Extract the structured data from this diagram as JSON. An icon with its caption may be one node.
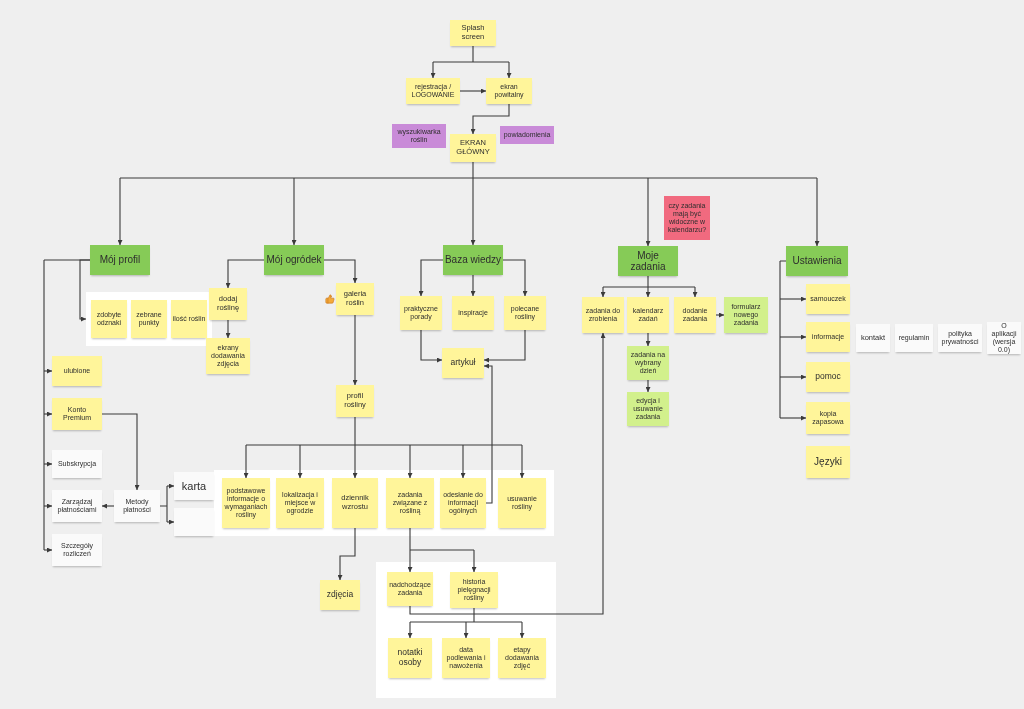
{
  "diagram": {
    "nodes": [
      {
        "text": [
          "Splash screen"
        ]
      },
      {
        "text": [
          "rejestracja / LOGOWANIE"
        ]
      },
      {
        "text": [
          "ekran powitalny"
        ]
      },
      {
        "text": [
          "wyszukiwarka roślin"
        ]
      },
      {
        "text": [
          "EKRAN GŁÓWNY"
        ]
      },
      {
        "text": [
          "powiadomienia"
        ]
      },
      {
        "text": [
          "Mój profil"
        ]
      },
      {
        "text": [
          "Mój ogródek"
        ]
      },
      {
        "text": [
          "Baza wiedzy"
        ]
      },
      {
        "text": [
          "Moje zadania"
        ]
      },
      {
        "text": [
          "Ustawienia"
        ]
      },
      {
        "text": [],
        "shape": "box"
      },
      {
        "text": [
          "zdobyte odznaki"
        ],
        "in": 11
      },
      {
        "text": [
          "zebrane punkty"
        ],
        "in": 11
      },
      {
        "text": [
          "ilość roślin"
        ],
        "in": 11
      },
      {
        "text": [
          "ulubione"
        ]
      },
      {
        "text": [
          "Konto Premium"
        ]
      },
      {
        "text": [
          "Subskrypcja"
        ]
      },
      {
        "text": [
          "Zarządzaj płatnościami"
        ]
      },
      {
        "text": [
          "Metody płatności"
        ]
      },
      {
        "text": [
          "karta"
        ]
      },
      {
        "text": [],
        "shape": "box"
      },
      {
        "text": [
          "Szczegóły rozliczeń"
        ]
      },
      {
        "text": [
          "dodaj roślinę"
        ]
      },
      {
        "text": [
          "ekrany dodawania zdjęcia"
        ]
      },
      {
        "text": [
          "galeria roślin"
        ]
      },
      {
        "text": [
          "profil rośliny"
        ]
      },
      {
        "text": [],
        "shape": "box"
      },
      {
        "text": [
          "podstawowe informacje o wymaganiach rośliny"
        ],
        "in": 27
      },
      {
        "text": [
          "lokalizacja i miejsce w ogrodzie"
        ],
        "in": 27
      },
      {
        "text": [
          "dziennik wzrostu"
        ],
        "in": 27
      },
      {
        "text": [
          "zadania związane z rośliną"
        ],
        "in": 27
      },
      {
        "text": [
          "odesłanie do informacji ogólnych"
        ],
        "in": 27
      },
      {
        "text": [
          "usuwanie rośliny"
        ],
        "in": 27
      },
      {
        "text": [
          "zdjęcia"
        ]
      },
      {
        "text": [],
        "shape": "box"
      },
      {
        "text": [
          "nadchodzące zadania"
        ],
        "in": 35
      },
      {
        "text": [
          "historia pielęgnacji rośliny"
        ],
        "in": 35
      },
      {
        "text": [
          "notatki osoby"
        ],
        "in": 35
      },
      {
        "text": [
          "data podlewania i nawożenia"
        ],
        "in": 35
      },
      {
        "text": [
          "etapy dodawania zdjęć"
        ],
        "in": 35
      },
      {
        "text": [
          "praktyczne porady"
        ]
      },
      {
        "text": [
          "inspiracje"
        ]
      },
      {
        "text": [
          "polecane rośliny"
        ]
      },
      {
        "text": [
          "artykuł"
        ]
      },
      {
        "text": [
          "czy zadania mają być widoczne w kalendarzu?"
        ]
      },
      {
        "text": [
          "zadania do zrobienia"
        ]
      },
      {
        "text": [
          "kalendarz zadań"
        ]
      },
      {
        "text": [
          "dodanie zadania"
        ]
      },
      {
        "text": [
          "formularz nowego zadania"
        ]
      },
      {
        "text": [
          "zadania na wybrany dzień"
        ]
      },
      {
        "text": [
          "edycja i usuwanie zadania"
        ]
      },
      {
        "text": [
          "samouczek"
        ]
      },
      {
        "text": [
          "informacje"
        ]
      },
      {
        "text": [
          "kontakt"
        ]
      },
      {
        "text": [
          "regulamin"
        ]
      },
      {
        "text": [
          "polityka prywatności"
        ]
      },
      {
        "text": [
          "O aplikacji (wersja 0.0)"
        ]
      },
      {
        "text": [
          "pomoc"
        ]
      },
      {
        "text": [
          "kopia zapasowa"
        ]
      },
      {
        "text": [
          "Języki"
        ]
      }
    ],
    "edges": [
      {
        "from": 0,
        "to": 1,
        "arrow": "to"
      },
      {
        "from": 0,
        "to": 2,
        "arrow": "to"
      },
      {
        "from": 1,
        "to": 2,
        "arrow": "to"
      },
      {
        "from": 2,
        "to": 4,
        "arrow": "to"
      },
      {
        "from": 4,
        "to": 6,
        "arrow": "to"
      },
      {
        "from": 4,
        "to": 7,
        "arrow": "to"
      },
      {
        "from": 4,
        "to": 8,
        "arrow": "to"
      },
      {
        "from": 4,
        "to": 9,
        "arrow": "to"
      },
      {
        "from": 4,
        "to": 10,
        "arrow": "to"
      },
      {
        "from": 6,
        "to": 11,
        "arrow": "to"
      },
      {
        "from": 6,
        "to": 15,
        "arrow": "to"
      },
      {
        "from": 6,
        "to": 16,
        "arrow": "to"
      },
      {
        "from": 6,
        "to": 17,
        "arrow": "to"
      },
      {
        "from": 6,
        "to": 18,
        "arrow": "to"
      },
      {
        "from": 6,
        "to": 22,
        "arrow": "to"
      },
      {
        "from": 16,
        "to": 19,
        "arrow": "to"
      },
      {
        "from": 19,
        "to": 18,
        "arrow": "to"
      },
      {
        "from": 19,
        "to": 20,
        "arrow": "to"
      },
      {
        "from": 19,
        "to": 21,
        "arrow": "to"
      },
      {
        "from": 7,
        "to": 23,
        "arrow": "to"
      },
      {
        "from": 7,
        "to": 25,
        "arrow": "to"
      },
      {
        "from": 23,
        "to": 24,
        "arrow": "to"
      },
      {
        "from": 25,
        "to": 26,
        "arrow": "to"
      },
      {
        "from": 26,
        "to": 28,
        "arrow": "to"
      },
      {
        "from": 26,
        "to": 29,
        "arrow": "to"
      },
      {
        "from": 26,
        "to": 30,
        "arrow": "to"
      },
      {
        "from": 26,
        "to": 31,
        "arrow": "to"
      },
      {
        "from": 26,
        "to": 32,
        "arrow": "to"
      },
      {
        "from": 26,
        "to": 33,
        "arrow": "to"
      },
      {
        "from": 30,
        "to": 34,
        "arrow": "to"
      },
      {
        "from": 31,
        "to": 36,
        "arrow": "to"
      },
      {
        "from": 31,
        "to": 37,
        "arrow": "to"
      },
      {
        "from": 37,
        "to": 38,
        "arrow": "to"
      },
      {
        "from": 37,
        "to": 39,
        "arrow": "to"
      },
      {
        "from": 37,
        "to": 40,
        "arrow": "to"
      },
      {
        "from": 36,
        "to": 46,
        "arrow": "to"
      },
      {
        "from": 8,
        "to": 41,
        "arrow": "to"
      },
      {
        "from": 8,
        "to": 42,
        "arrow": "to"
      },
      {
        "from": 8,
        "to": 43,
        "arrow": "to"
      },
      {
        "from": 41,
        "to": 44,
        "arrow": "to"
      },
      {
        "from": 43,
        "to": 44,
        "arrow": "to"
      },
      {
        "from": 32,
        "to": 44,
        "arrow": "to"
      },
      {
        "from": 9,
        "to": 46,
        "arrow": "to"
      },
      {
        "from": 9,
        "to": 47,
        "arrow": "to"
      },
      {
        "from": 9,
        "to": 48,
        "arrow": "to"
      },
      {
        "from": 48,
        "to": 49,
        "arrow": "to"
      },
      {
        "from": 47,
        "to": 50,
        "arrow": "to"
      },
      {
        "from": 50,
        "to": 51,
        "arrow": "to"
      },
      {
        "from": 10,
        "to": 52,
        "arrow": "to"
      },
      {
        "from": 10,
        "to": 53,
        "arrow": "to"
      },
      {
        "from": 10,
        "to": 58,
        "arrow": "to"
      },
      {
        "from": 10,
        "to": 59,
        "arrow": "to"
      }
    ]
  }
}
